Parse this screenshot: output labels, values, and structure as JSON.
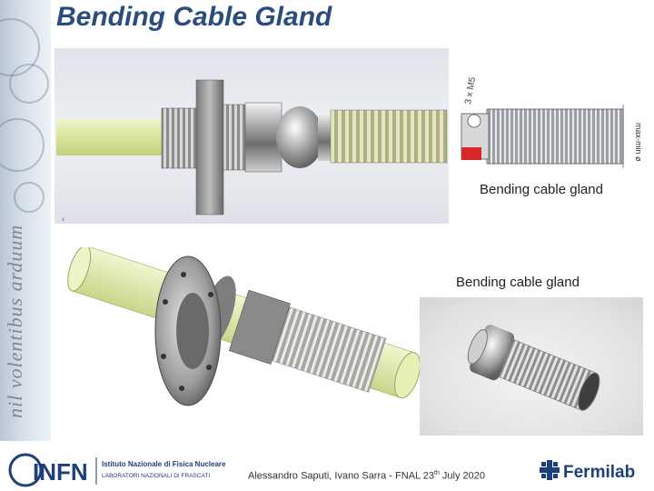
{
  "slide": {
    "title": "Bending Cable Gland",
    "caption_top": "Bending cable gland",
    "caption_bottom": "Bending cable gland",
    "footer_authors": "Alessandro Saputi, Ivano Sarra - FNAL 23",
    "footer_sup": "th",
    "footer_date": " July 2020"
  },
  "sidebar": {
    "motto": "nil volentibus arduum"
  },
  "drawing": {
    "thread_label": "3 x M5",
    "dim_label": "max-min ø"
  },
  "logos": {
    "infn_text": "INFN",
    "infn_line1": "Istituto Nazionale di Fisica Nucleare",
    "infn_line2": "LABORATORI NAZIONALI DI FRASCATI",
    "fermilab_text": "Fermilab"
  },
  "colors": {
    "title": "#2a4c7f",
    "tube": "#dfe9a8",
    "infn_blue": "#1d3f7a",
    "fermilab_blue": "#1d3f7a"
  }
}
